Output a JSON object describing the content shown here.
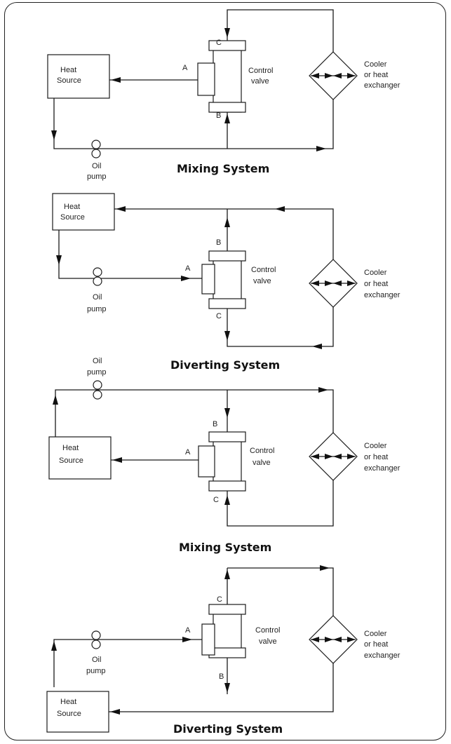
{
  "labels": {
    "heat_source_line1": "Heat",
    "heat_source_line2": "Source",
    "oil_pump_line1": "Oil",
    "oil_pump_line2": "pump",
    "control_valve_line1": "Control",
    "control_valve_line2": "valve",
    "cooler_line1": "Cooler",
    "cooler_line2": "or heat",
    "cooler_line3": "exchanger",
    "port_a": "A",
    "port_b": "B",
    "port_c": "C"
  },
  "systems": [
    {
      "title": "Mixing System"
    },
    {
      "title": "Diverting System"
    },
    {
      "title": "Mixing System"
    },
    {
      "title": "Diverting System"
    }
  ]
}
